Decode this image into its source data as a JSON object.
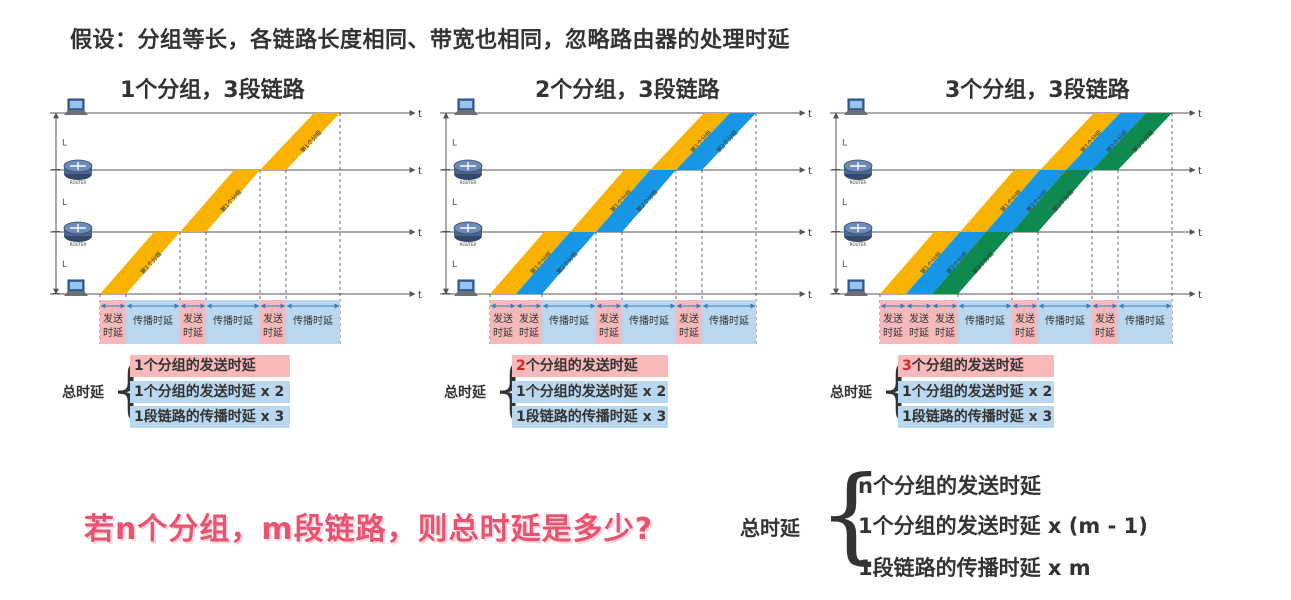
{
  "title": "假设：分组等长，各链路长度相同、带宽也相同，忽略路由器的处理时延",
  "panels": [
    {
      "title": "1个分组，3段链路",
      "packets": 1
    },
    {
      "title": "2个分组，3段链路",
      "packets": 2
    },
    {
      "title": "3个分组，3段链路",
      "packets": 3
    }
  ],
  "labels": {
    "axis_t": "t",
    "link_L": "L",
    "router_text": "ROUTER",
    "packet_names": [
      "第1个分组",
      "第2个分组",
      "第3个分组"
    ],
    "send_delay": [
      "发送",
      "时延"
    ],
    "prop_delay": "传播时延"
  },
  "formulas": [
    {
      "label": "总时延",
      "prefix": "",
      "lines": [
        "1个分组的发送时延",
        "1个分组的发送时延 x 2",
        "1段链路的传播时延 x 3"
      ]
    },
    {
      "label": "总时延",
      "prefix": "2",
      "lines": [
        "个分组的发送时延",
        "1个分组的发送时延 x 2",
        "1段链路的传播时延 x 3"
      ]
    },
    {
      "label": "总时延",
      "prefix": "3",
      "lines": [
        "个分组的发送时延",
        "1个分组的发送时延 x 2",
        "1段链路的传播时延 x 3"
      ]
    }
  ],
  "question": "若n个分组，m段链路，则总时延是多少?",
  "summary": {
    "label": "总时延",
    "lines": [
      "n个分组的发送时延",
      "1个分组的发送时延 x (m - 1)",
      "1段链路的传播时延 x m"
    ]
  },
  "colors": {
    "packet1": "#f9b200",
    "packet2": "#1796e6",
    "packet3": "#0f8a4e",
    "send_box": "#f7b9b9",
    "prop_box": "#b9d7ee",
    "axis": "#555555",
    "arrow": "#3a7fc0",
    "question": "#e8536f"
  }
}
